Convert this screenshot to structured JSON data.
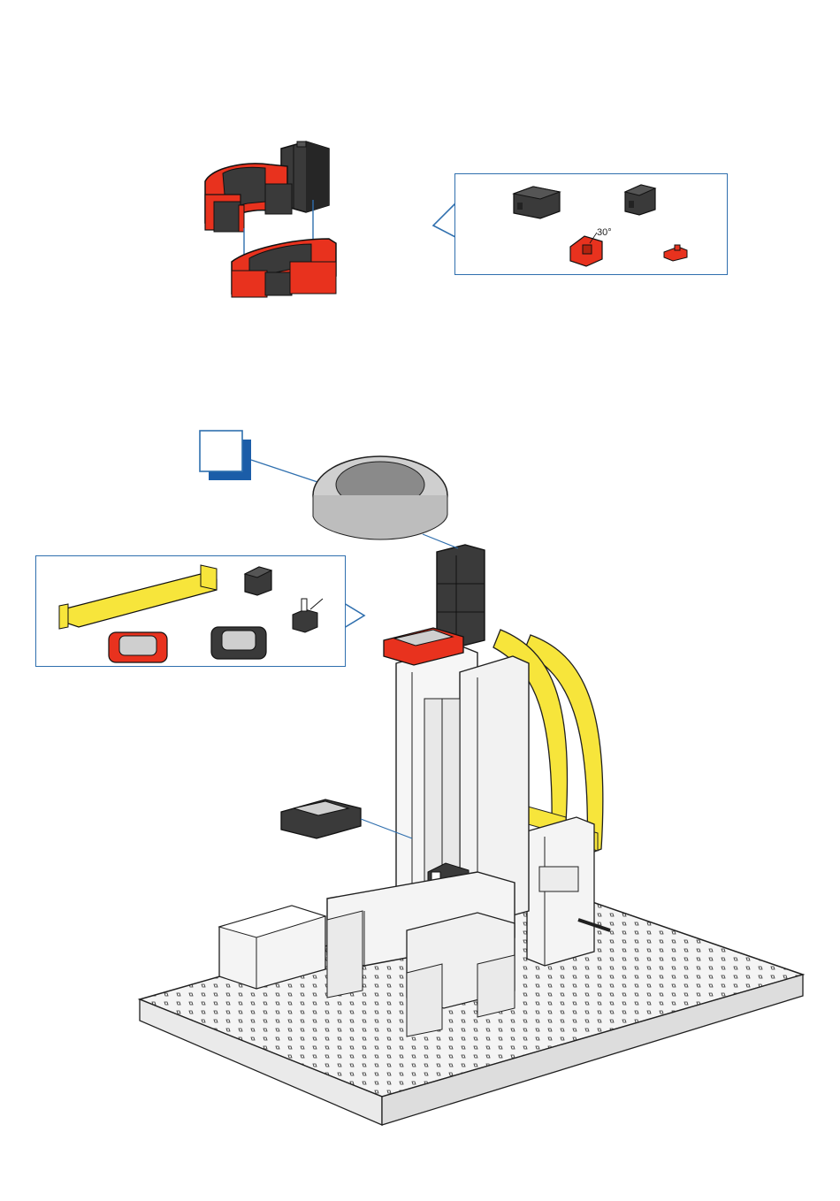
{
  "parts_callout_top": {
    "angle_label": "30°"
  },
  "colors": {
    "red": "#e8321e",
    "red_dark": "#b3230f",
    "black": "#3a3a3a",
    "black_dark": "#1e1e1e",
    "yellow": "#f7e53b",
    "yellow_dark": "#c9b712",
    "grey": "#cfcfcf",
    "grey_dark": "#8a8a8a",
    "white": "#f4f4f4",
    "line": "#2f6fae",
    "outline": "#202020"
  },
  "icons": [
    "building-block-15",
    "building-block-7-5",
    "angle-block-30",
    "clip-part",
    "yellow-strut",
    "frame-square-red",
    "frame-square-black",
    "led-light",
    "base-plate",
    "step-marker"
  ]
}
